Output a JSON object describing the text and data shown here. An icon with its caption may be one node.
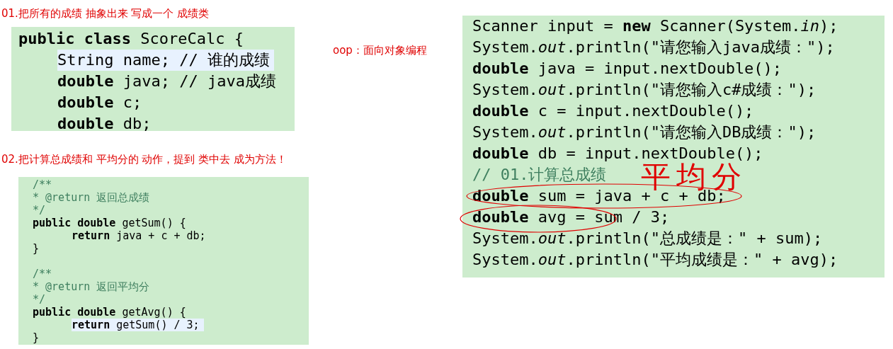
{
  "diagram": {
    "nodes": [
      {
        "text": [
          "**public** **class** ScoreCalc {",
          "String name; // 谁的成绩",
          "**double** java; // java成绩",
          "**double** c;",
          "**double** db;"
        ],
        "beside": [
          "01.把所有的成绩 抽象出来 写成一个 成绩类"
        ]
      },
      {
        "text": [
          "/**",
          "* @return 返回总成绩",
          "*/",
          "**public** **double** getSum() {",
          "**return** java + c + db;",
          "}",
          "/**",
          "* @return 返回平均分",
          "*/",
          "**public** **double** getAvg() {",
          "**return** getSum() / 3;",
          "}"
        ],
        "beside": [
          "02.把计算总成绩和 平均分的 动作，提到 类中去 成为方法！"
        ]
      },
      {
        "text": [
          "Scanner input = **new** Scanner(System.*in*);",
          "System.*out*.println(\"请您输入java成绩：\");",
          "**double** java = input.nextDouble();",
          "System.*out*.println(\"请您输入c#成绩：\");",
          "**double** c = input.nextDouble();",
          "System.*out*.println(\"请您输入DB成绩：\");",
          "**double** db = input.nextDouble();",
          "// 01.计算总成绩",
          "**double** sum = java + c + db;",
          "**double** avg = sum / 3;",
          "System.*out*.println(\"总成绩是：\" + sum);",
          "System.*out*.println(\"平均成绩是：\" + avg);"
        ]
      }
    ],
    "labels": [
      "oop：面向对象编程",
      "平均分"
    ]
  }
}
